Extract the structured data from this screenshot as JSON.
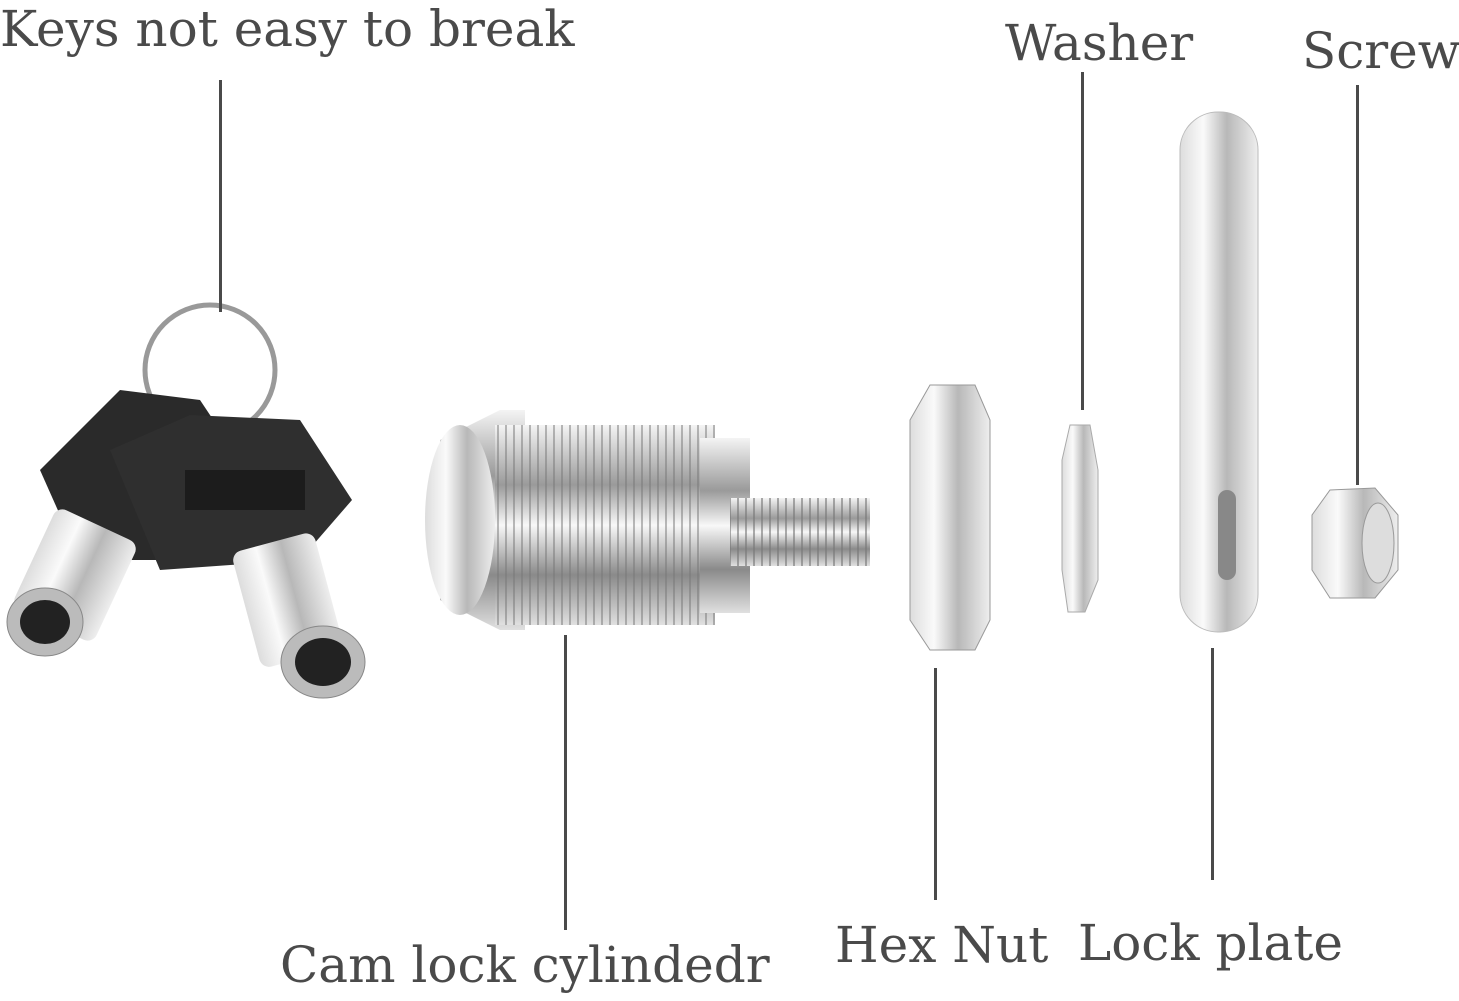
{
  "labels": {
    "keys": "Keys not easy to break",
    "washer": "Washer",
    "screw": "Screw",
    "cylinder": "Cam lock cylindedr",
    "hex_nut": "Hex Nut",
    "lock_plate": "Lock plate"
  },
  "colors": {
    "label_text": "#4a4a4a",
    "key_head": "#2a2a2a",
    "metal": "#c8c8c8"
  }
}
